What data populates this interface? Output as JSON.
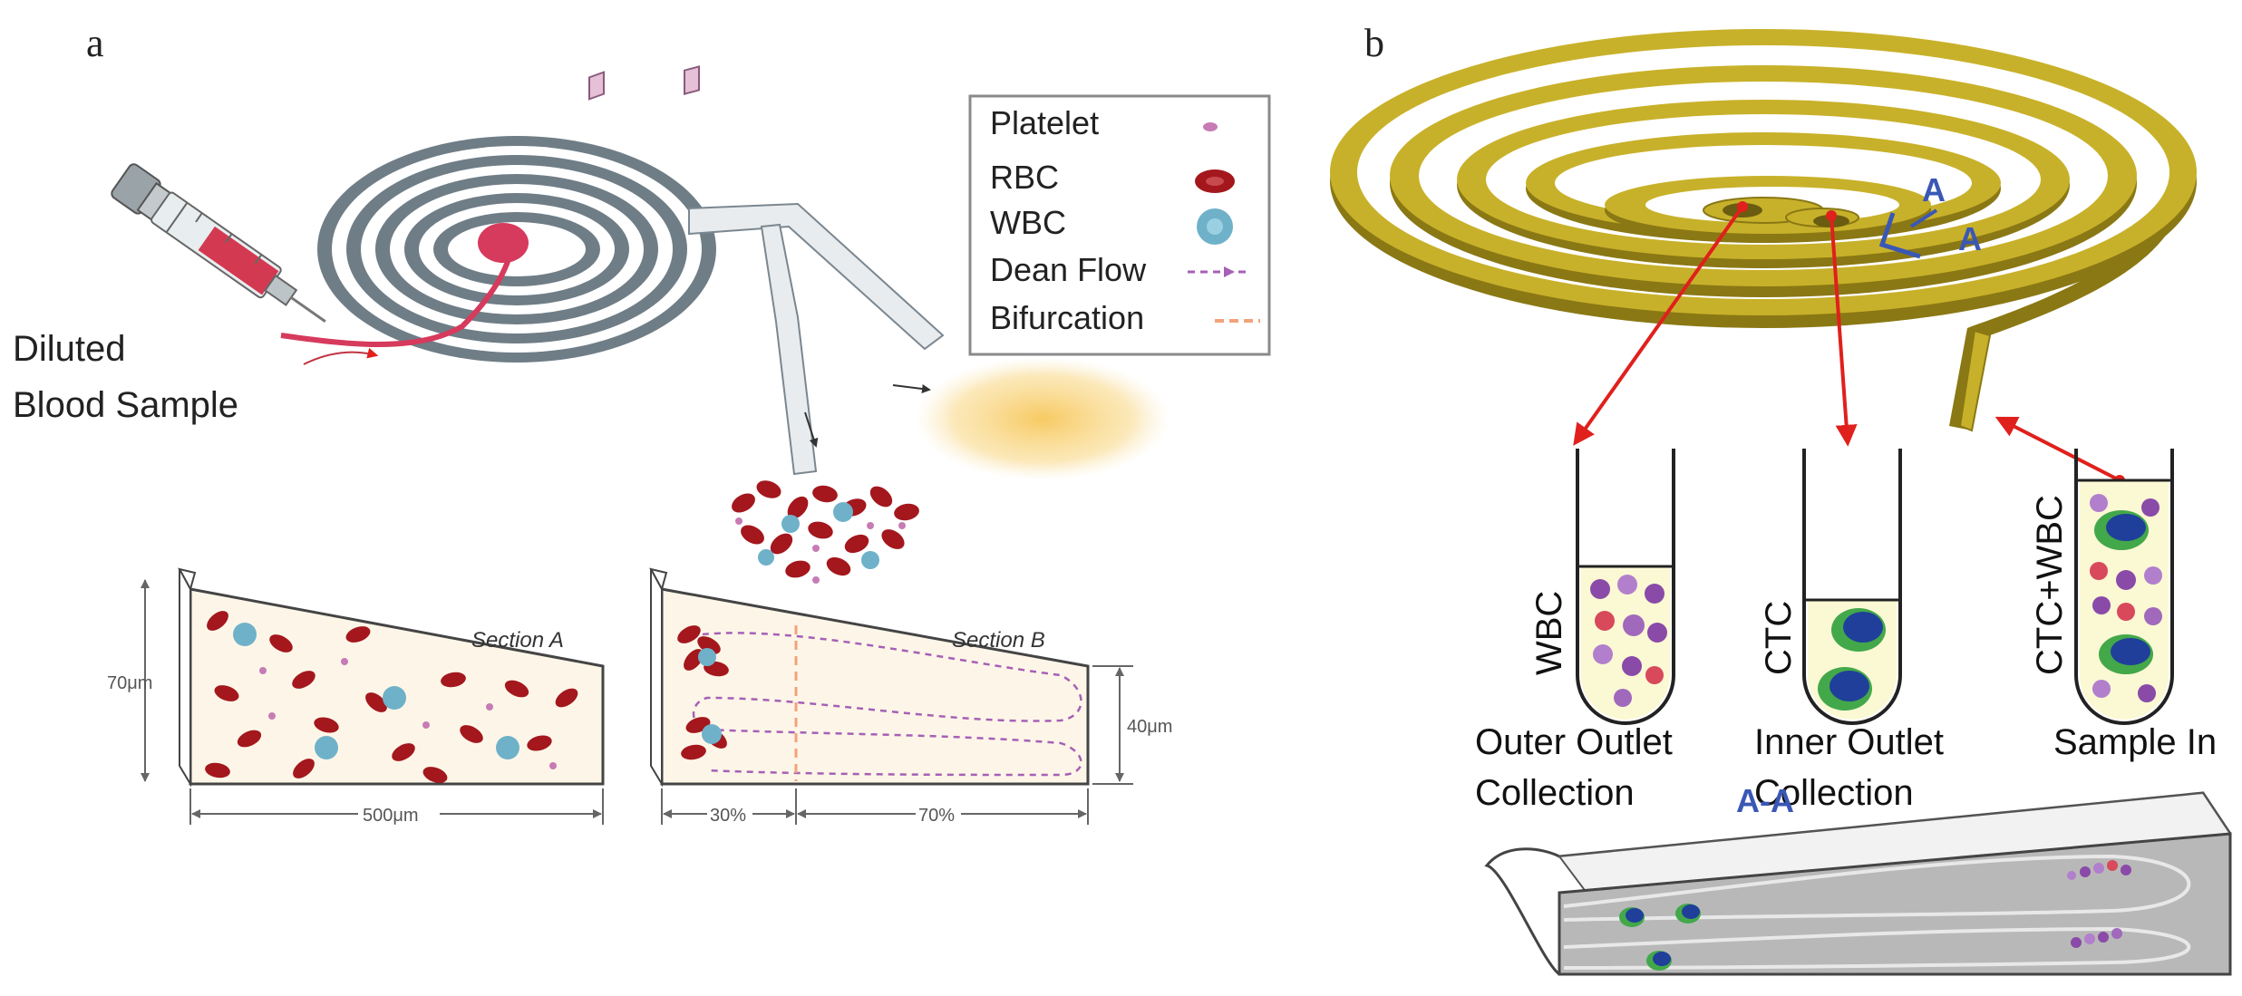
{
  "panels": {
    "a": {
      "label": "a",
      "sample_label": [
        "Diluted",
        "Blood Sample"
      ],
      "legend": [
        {
          "label": "Platelet",
          "icon": "platelet-icon"
        },
        {
          "label": "RBC",
          "icon": "rbc-icon"
        },
        {
          "label": "WBC",
          "icon": "wbc-icon"
        },
        {
          "label": "Dean Flow",
          "icon": "dean-flow-icon"
        },
        {
          "label": "Bifurcation",
          "icon": "bifurcation-icon"
        }
      ],
      "section_a": {
        "title": "Section A",
        "height": "70μm",
        "width": "500μm"
      },
      "section_b": {
        "title": "Section B",
        "height": "40μm",
        "left_pct": "30%",
        "right_pct": "70%"
      }
    },
    "b": {
      "label": "b",
      "tubes": [
        {
          "vertical": "WBC",
          "caption": [
            "Outer Outlet",
            "Collection"
          ]
        },
        {
          "vertical": "CTC",
          "caption": [
            "Inner Outlet",
            "Collection"
          ]
        },
        {
          "vertical": "CTC+WBC",
          "caption": [
            "Sample In"
          ]
        }
      ],
      "cross_section_label": "A-A",
      "section_marker": "A"
    }
  },
  "colors": {
    "spiral_b": "#c8b12a",
    "spiral_b_dark": "#8a7814",
    "spiral_a": "#6f7d86",
    "rbc": "#a3171d",
    "wbc": "#6fb1c9",
    "platelet": "#c77bb4",
    "ctc": "#1f3f9a",
    "ctc_halo": "#43a84a",
    "wbc_b": "#8a4aa8",
    "arrow": "#e0201c",
    "sample": "#d63a5c",
    "waste": "#f6cd6a",
    "section_fill": "#fdf6e8",
    "aa_marker": "#3a57b5"
  }
}
